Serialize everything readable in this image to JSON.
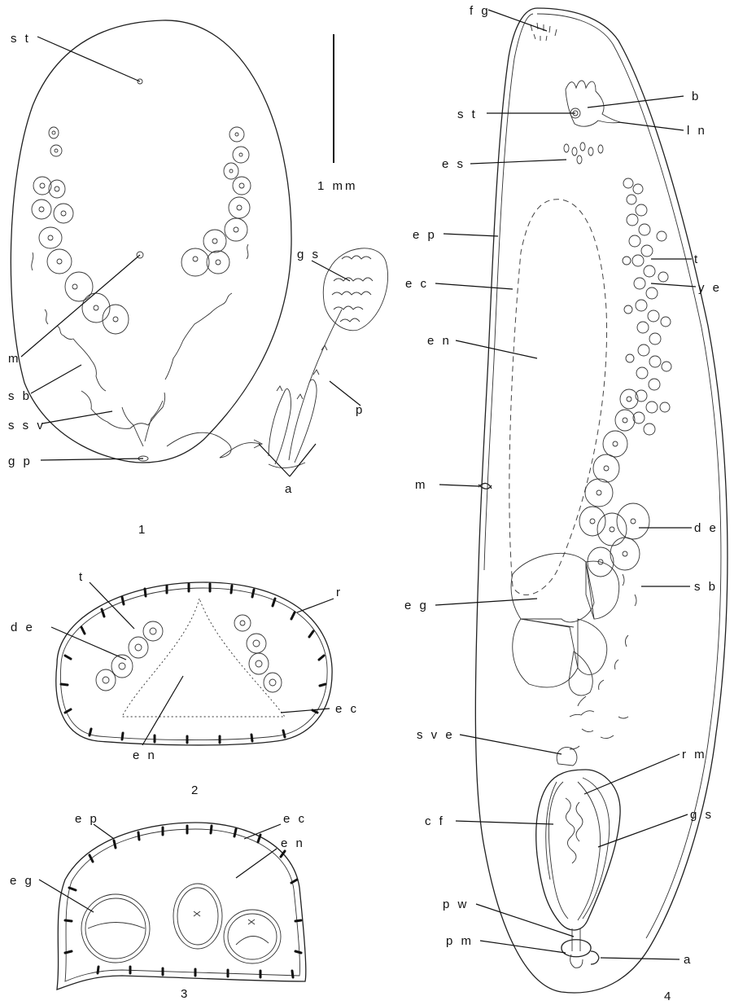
{
  "scale_bar": {
    "label": "1 mm"
  },
  "figure_numbers": [
    "1",
    "2",
    "3",
    "4"
  ],
  "fig1_labels": {
    "st": "s t",
    "m": "m",
    "sb": "s b",
    "ssv": "s s v",
    "gp": "g p",
    "gs": "g s",
    "p": "p",
    "a": "a"
  },
  "fig2_labels": {
    "t": "t",
    "r": "r",
    "de": "d e",
    "en": "e n",
    "ec": "e c"
  },
  "fig3_labels": {
    "ep": "e p",
    "ec": "e c",
    "en": "e n",
    "eg": "e g"
  },
  "fig4_labels": {
    "fg": "f g",
    "b": "b",
    "st": "s t",
    "ln": "l n",
    "es": "e s",
    "ep": "e p",
    "ec": "e c",
    "t": "t",
    "ye": "y e",
    "en": "e n",
    "m": "m",
    "de": "d e",
    "sb": "s b",
    "eg": "e g",
    "sve": "s v e",
    "rm": "r m",
    "cf": "c f",
    "gs": "g s",
    "pw": "p w",
    "pm": "p m",
    "a": "a"
  }
}
